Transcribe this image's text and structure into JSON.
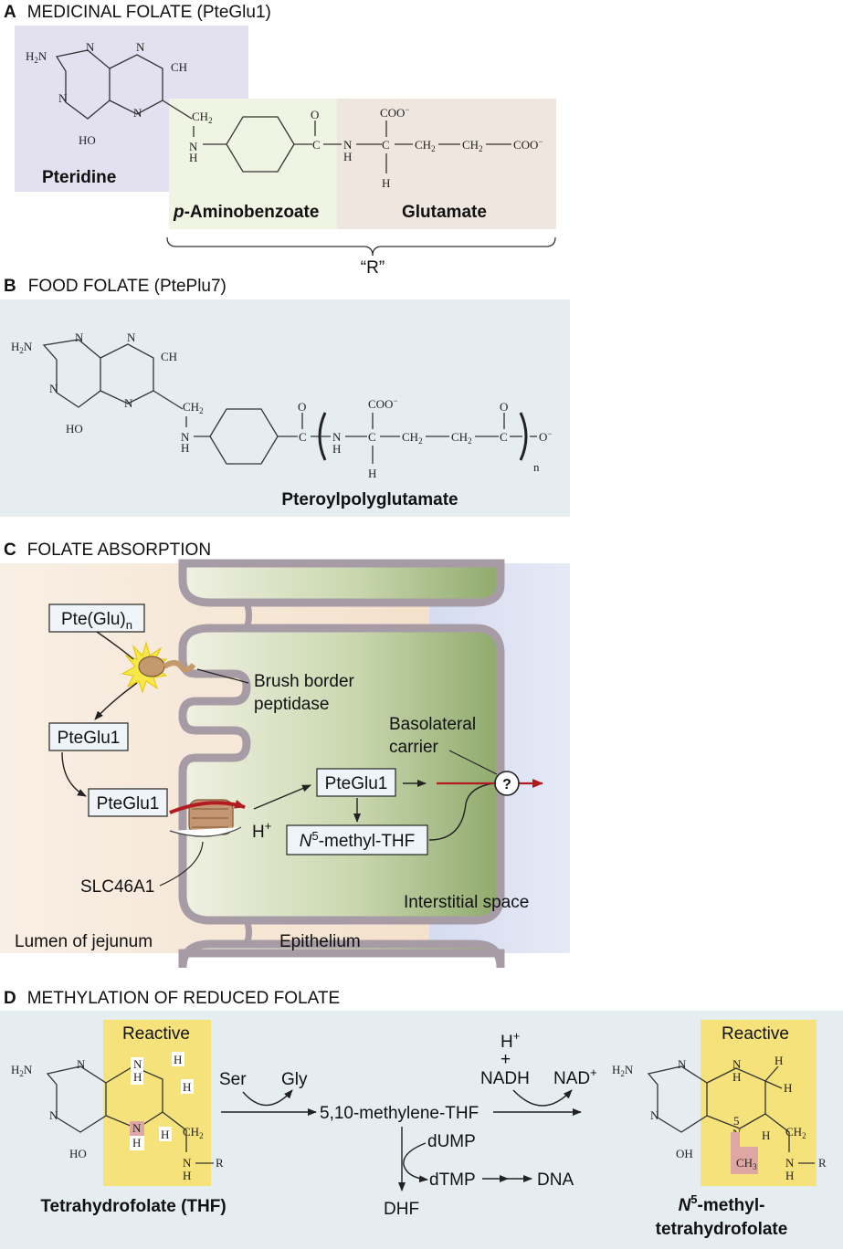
{
  "panel_a": {
    "letter": "A",
    "title": "MEDICINAL FOLATE (PteGlu1)",
    "pteridine_label": "Pteridine",
    "pab_label_italic": "p",
    "pab_label_rest": "-Aminobenzoate",
    "glutamate_label": "Glutamate",
    "r_label": "“R”"
  },
  "panel_b": {
    "letter": "B",
    "title": "FOOD FOLATE (PtePlu7)",
    "compound_label": "Pteroylpolyglutamate",
    "repeat_subscript": "n"
  },
  "panel_c": {
    "letter": "C",
    "title": "FOLATE ABSORPTION",
    "pteglun_box": "Pte(Glu)",
    "pteglun_sub": "n",
    "pteglu1_box_a": "PteGlu1",
    "pteglu1_box_b": "PteGlu1",
    "pteglu1_box_c": "PteGlu1",
    "methyl_thf_n": "N",
    "methyl_thf_sup": "5",
    "methyl_thf_rest": "-methyl-THF",
    "brush_border_line1": "Brush border",
    "brush_border_line2": "peptidase",
    "basolateral_line1": "Basolateral",
    "basolateral_line2": "carrier",
    "question_mark": "?",
    "h_plus": "H",
    "h_plus_sup": "+",
    "slc_label": "SLC46A1",
    "interstitial_label": "Interstitial space",
    "lumen_label": "Lumen of jejunum",
    "epithelium_label": "Epithelium"
  },
  "panel_d": {
    "letter": "D",
    "title": "METHYLATION OF REDUCED FOLATE",
    "reactive_left": "Reactive",
    "reactive_right": "Reactive",
    "thf_label": "Tetrahydrofolate (THF)",
    "ser": "Ser",
    "gly": "Gly",
    "methylene_thf": "5,10-methylene-THF",
    "h_plus": "H",
    "h_plus_sup": "+",
    "plus_sign": "+",
    "nadh": "NADH",
    "nad": "NAD",
    "nad_sup": "+",
    "dump": "dUMP",
    "dtmp": "dTMP",
    "dna": "DNA",
    "dhf": "DHF",
    "product_line1_n": "N",
    "product_line1_sup": "5",
    "product_line1_rest": "-methyl-",
    "product_line2": "tetrahydrofolate"
  },
  "colors": {
    "pteridine_bg": "#e3e0f0",
    "pab_bg": "#f0f4e2",
    "glutamate_bg": "#efe6df",
    "panel_b_bg": "#e6edf1",
    "panel_d_bg": "#e6edf1",
    "reactive_yellow": "#f5e27a",
    "highlight_pink": "#dea7a4",
    "membrane": "#a79ca6",
    "red_arrow": "#b31b22",
    "box_fill": "#eef4f8"
  }
}
